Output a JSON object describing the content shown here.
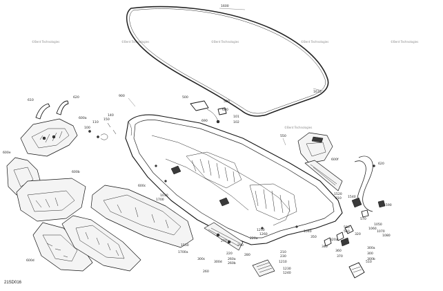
{
  "diagram_code": "21SD016",
  "watermarks": [
    "©Bent Technologies",
    "©Bent Technologies",
    "©Bent Technologies",
    "©Bent Technologies",
    "©Bent Technologies",
    "©Bent Technologies",
    "©Bent Technologies",
    "©Bent Technologies"
  ],
  "callouts": [
    "1600",
    "1610",
    "500",
    "580",
    "101",
    "102",
    "690",
    "600",
    "900",
    "140",
    "150",
    "110",
    "100",
    "610",
    "620",
    "600a",
    "600b",
    "600c",
    "600d",
    "600e",
    "550",
    "600f",
    "620",
    "810",
    "1520",
    "1550",
    "1030",
    "1700",
    "1700a",
    "1540",
    "1590",
    "570",
    "580",
    "560",
    "320",
    "320a",
    "340",
    "350",
    "360",
    "370",
    "300a",
    "300",
    "300b",
    "300c",
    "300d",
    "260",
    "260a",
    "260b",
    "270",
    "280",
    "290",
    "220",
    "220a",
    "210",
    "230",
    "1210",
    "1230",
    "1240",
    "1250",
    "1260",
    "1040",
    "1050",
    "1060",
    "1070",
    "1080",
    "510"
  ]
}
